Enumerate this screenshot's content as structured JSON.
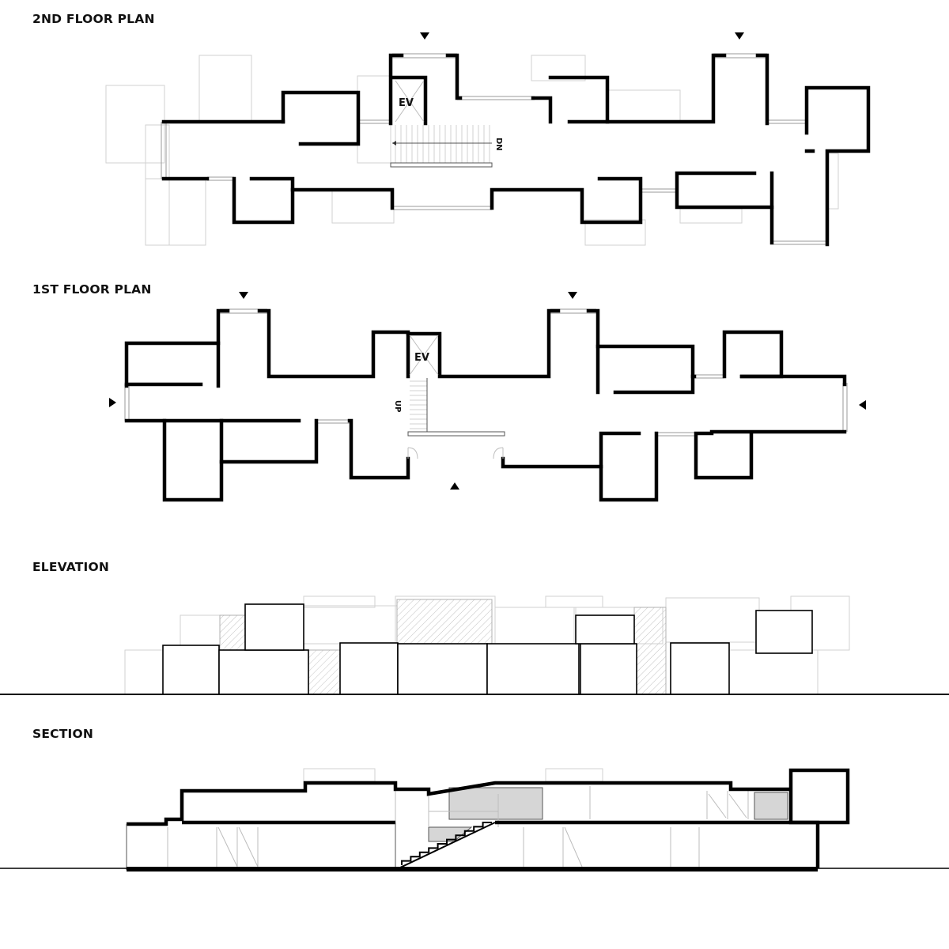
{
  "drawings": {
    "floor2": {
      "title": "2ND FLOOR PLAN",
      "ev_label": "EV",
      "stair_label": "DN"
    },
    "floor1": {
      "title": "1ST FLOOR PLAN",
      "ev_label": "EV",
      "stair_label": "UP"
    },
    "elevation": {
      "title": "ELEVATION"
    },
    "section": {
      "title": "SECTION"
    }
  }
}
